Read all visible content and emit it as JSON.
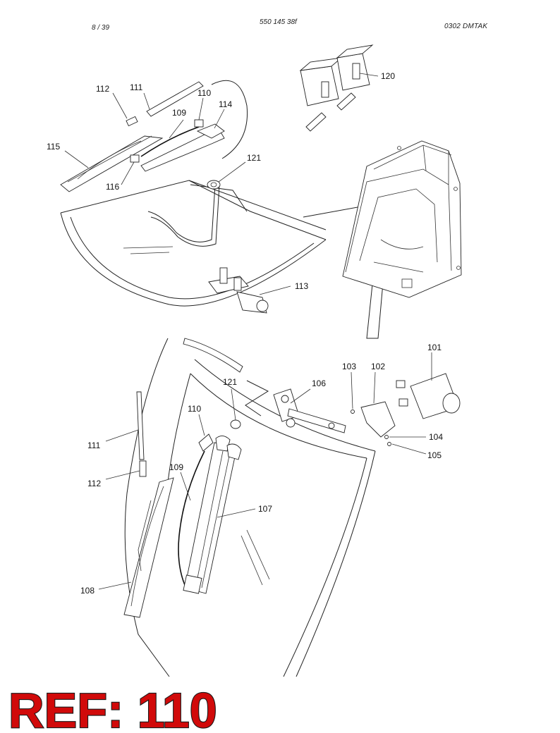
{
  "header": {
    "page": "8 / 39",
    "document_number": "550 145 38f",
    "code": "0302   DMTAK"
  },
  "callouts_top": [
    "112",
    "111",
    "110",
    "109",
    "114",
    "115",
    "116",
    "121",
    "113",
    "120"
  ],
  "callouts_bottom": [
    "101",
    "103",
    "102",
    "106",
    "121",
    "110",
    "111",
    "112",
    "109",
    "107",
    "108",
    "104",
    "105"
  ],
  "watermark": "REF: 110"
}
